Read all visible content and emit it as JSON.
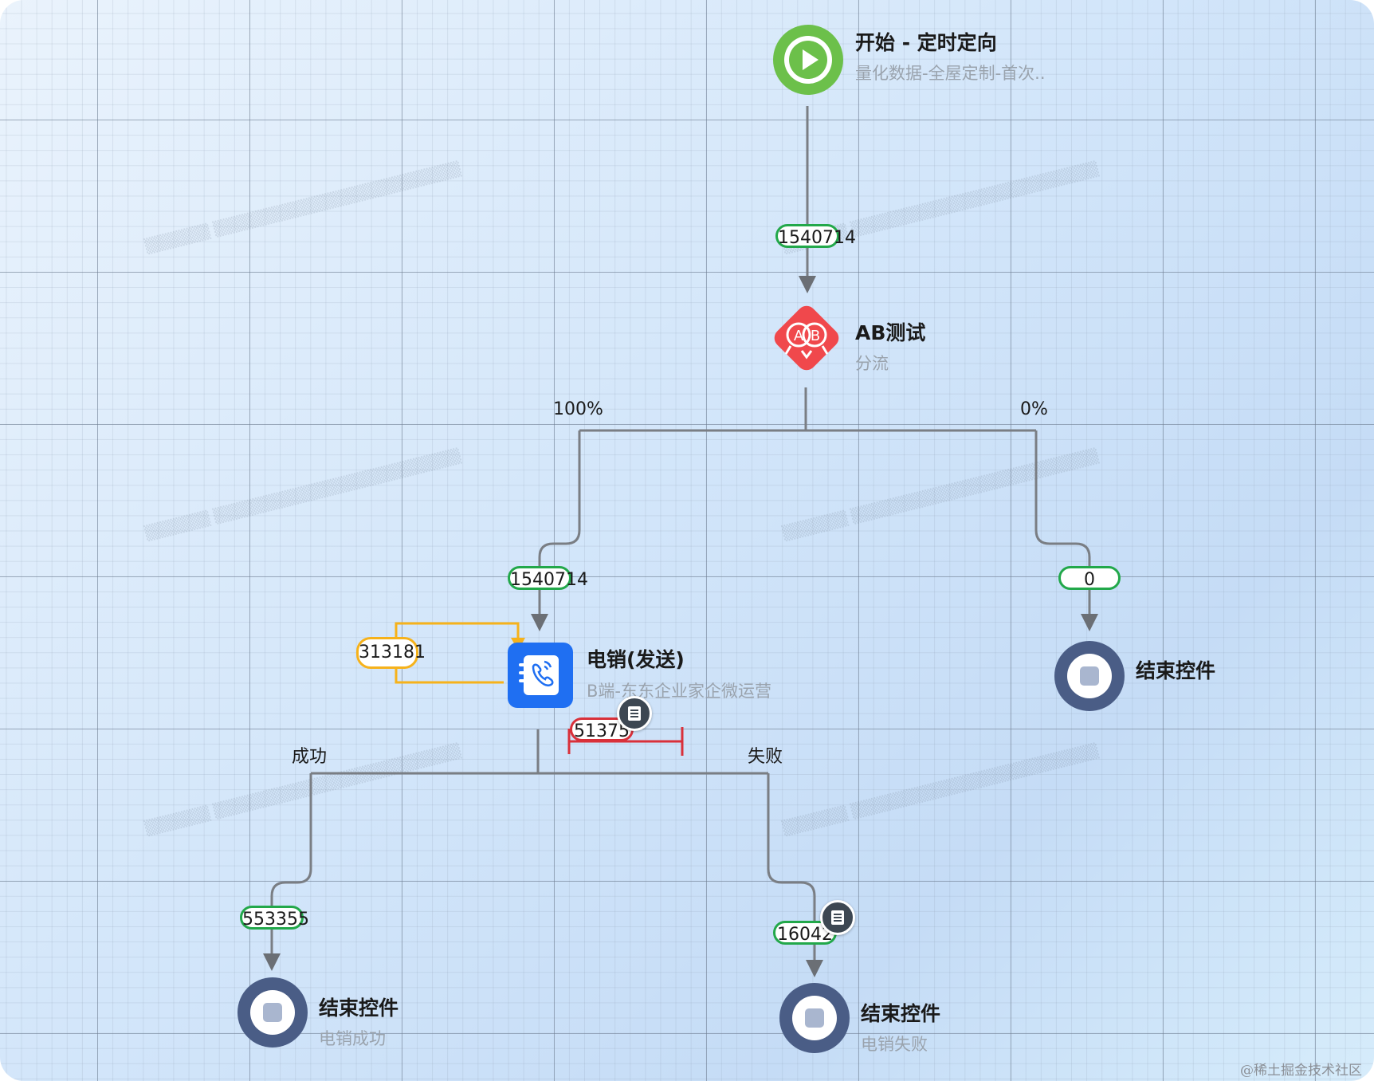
{
  "nodes": {
    "start": {
      "title": "开始 - 定时定向",
      "subtitle": "量化数据-全屋定制-首次.."
    },
    "ab_test": {
      "title": "AB测试",
      "subtitle": "分流"
    },
    "telesales": {
      "title": "电销(发送)",
      "subtitle": "B端-东东企业家企微运营"
    },
    "end_right": {
      "title": "结束控件"
    },
    "end_success": {
      "title": "结束控件",
      "subtitle": "电销成功"
    },
    "end_fail": {
      "title": "结束控件",
      "subtitle": "电销失败"
    }
  },
  "edges": {
    "start_to_ab": "1540714",
    "ab_left_pct": "100%",
    "ab_right_pct": "0%",
    "ab_to_telesales": "1540714",
    "ab_to_end_right": "0",
    "telesales_loop": "313181",
    "telesales_blocked": "51375",
    "success_label": "成功",
    "fail_label": "失败",
    "to_end_success": "553355",
    "to_end_fail": "160421"
  },
  "colors": {
    "start": "#6cc04a",
    "ab_test": "#f0484c",
    "telesales": "#1f6ff2",
    "end_node": "#4a5d86",
    "badge_green": "#22a84a",
    "badge_yellow": "#f6b21b",
    "badge_red": "#d9303a"
  },
  "credit": "@稀土掘金技术社区"
}
